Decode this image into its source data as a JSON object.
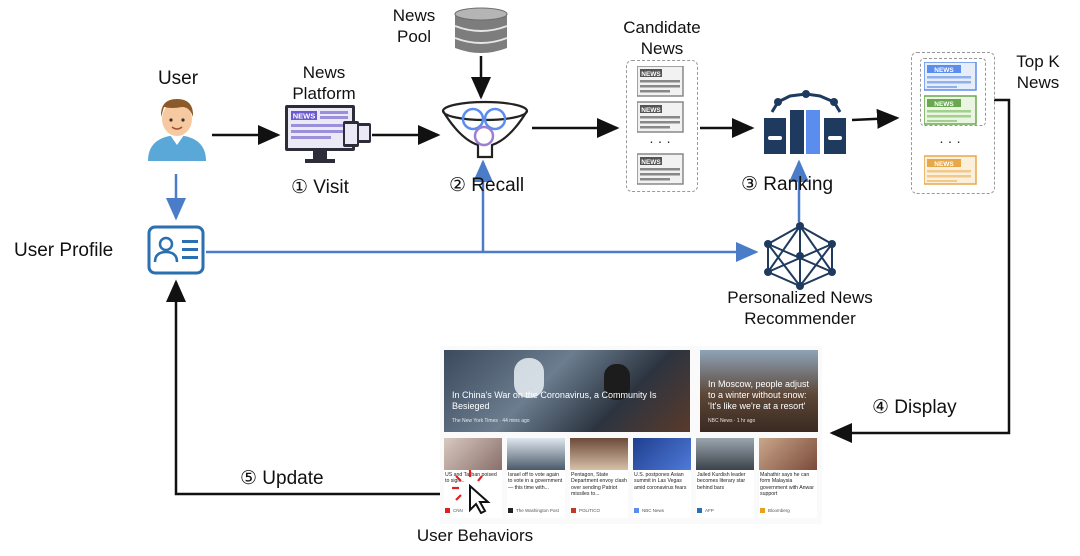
{
  "labels": {
    "user": "User",
    "news_platform": [
      "News",
      "Platform"
    ],
    "news_pool": [
      "News",
      "Pool"
    ],
    "candidate_news": [
      "Candidate",
      "News"
    ],
    "top_k_news": [
      "Top K",
      "News"
    ],
    "user_profile": "User Profile",
    "recommender": [
      "Personalized News",
      "Recommender"
    ],
    "user_behaviors": "User Behaviors",
    "news_icon_text": "NEWS",
    "ellipsis": "· · ·"
  },
  "steps": {
    "visit": "① Visit",
    "recall": "② Recall",
    "ranking": "③ Ranking",
    "display": "④ Display",
    "update": "⑤ Update"
  },
  "news_feed": {
    "hero_main": {
      "caption": "In China's War on the Coronavirus, a Community Is Besieged",
      "source": "The New York Times · 44 mins ago"
    },
    "hero_side": {
      "caption": "In Moscow, people adjust to a winter without snow: 'It's like we're at a resort'",
      "source": "NBC News · 1 hr ago"
    },
    "cards": [
      {
        "title": "US and Taliban poised to sign...",
        "source": "CNN",
        "color": "#e02020"
      },
      {
        "title": "Israel off to vote again to vote in a government — this time with...",
        "source": "The Washington Post",
        "color": "#222222"
      },
      {
        "title": "Pentagon, State Department envoy clash over sending Patriot missiles to...",
        "source": "POLITICO",
        "color": "#c0392b"
      },
      {
        "title": "U.S. postpones Asian summit in Las Vegas amid coronavirus fears",
        "source": "NBC News",
        "color": "#5b8def"
      },
      {
        "title": "Jailed Kurdish leader becomes literary star behind bars",
        "source": "AFP",
        "color": "#2a6fb0"
      },
      {
        "title": "Mahathir says he can form Malaysia government with Anwar support",
        "source": "Bloomberg",
        "color": "#e8a020"
      }
    ]
  },
  "colors": {
    "arrow_black": "#111111",
    "arrow_blue": "#4a7cc7",
    "icon_navy": "#1f3a5f",
    "news_purple": "#6a5acd",
    "news_green": "#6aa84f",
    "news_orange": "#e8a84a"
  }
}
